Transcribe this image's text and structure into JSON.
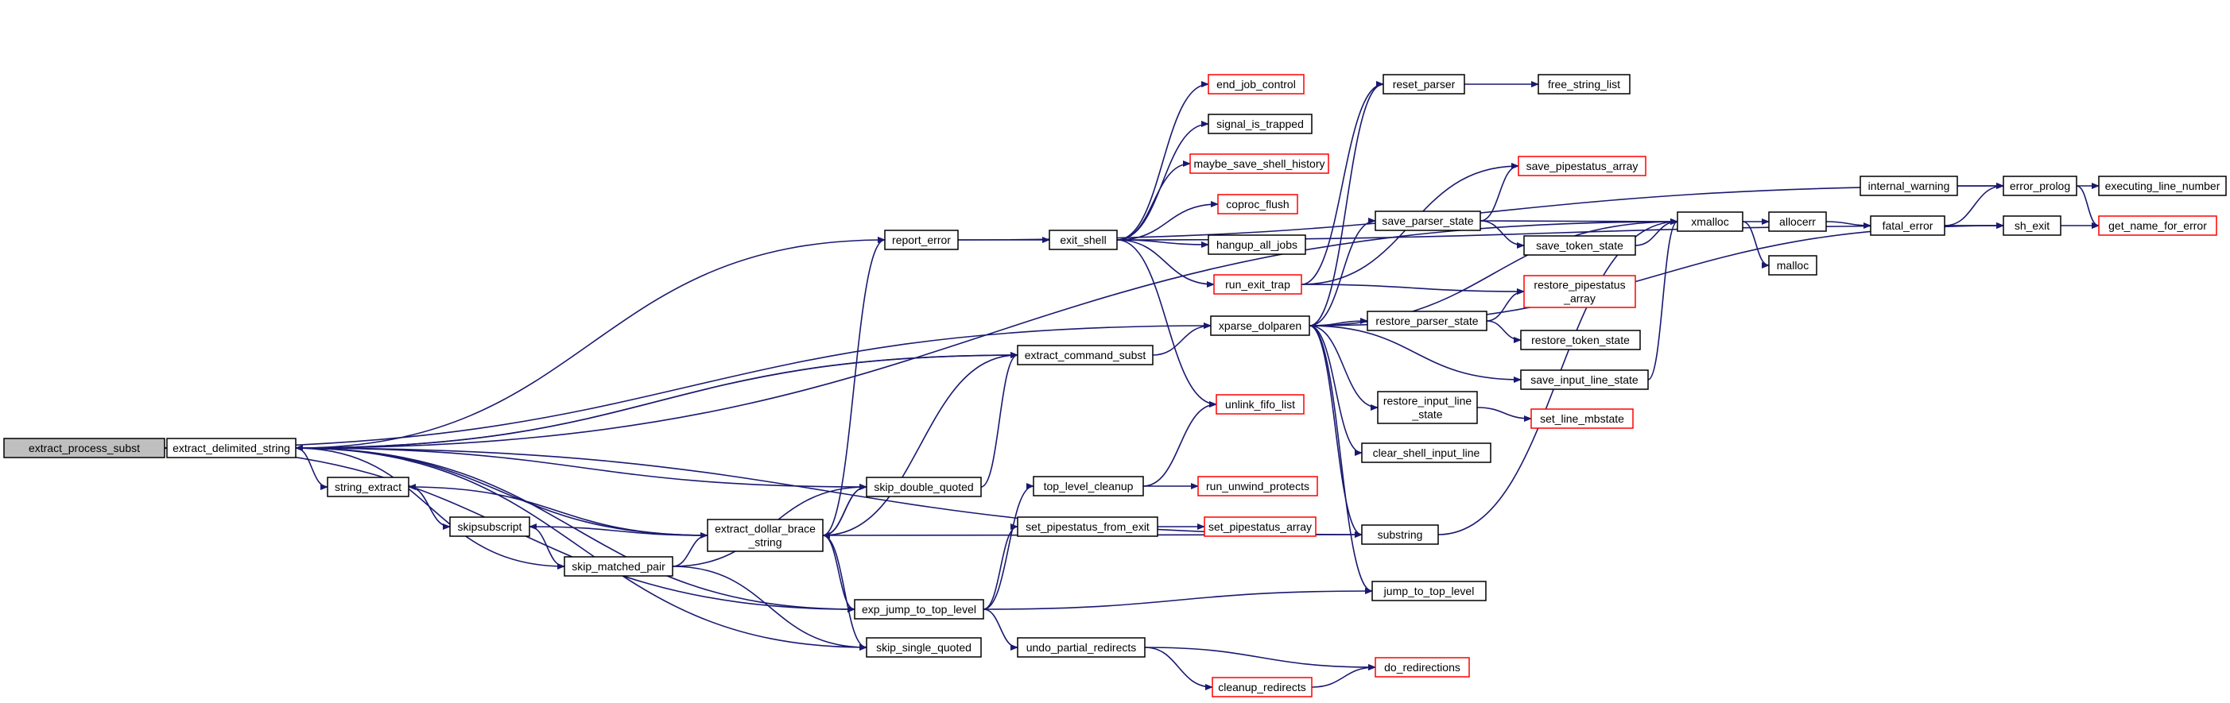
{
  "graph": {
    "title": "",
    "edge_color": "#191970",
    "nodes": [
      {
        "id": "extract_process_subst",
        "lines": [
          "extract_process_subst"
        ],
        "style": "current"
      },
      {
        "id": "extract_delimited_string",
        "lines": [
          "extract_delimited_string"
        ],
        "style": "normal"
      },
      {
        "id": "report_error",
        "lines": [
          "report_error"
        ],
        "style": "normal"
      },
      {
        "id": "exit_shell",
        "lines": [
          "exit_shell"
        ],
        "style": "normal"
      },
      {
        "id": "end_job_control",
        "lines": [
          "end_job_control"
        ],
        "style": "red"
      },
      {
        "id": "signal_is_trapped",
        "lines": [
          "signal_is_trapped"
        ],
        "style": "normal"
      },
      {
        "id": "maybe_save_shell_history",
        "lines": [
          "maybe_save_shell_history"
        ],
        "style": "red"
      },
      {
        "id": "coproc_flush",
        "lines": [
          "coproc_flush"
        ],
        "style": "red"
      },
      {
        "id": "hangup_all_jobs",
        "lines": [
          "hangup_all_jobs"
        ],
        "style": "normal"
      },
      {
        "id": "run_exit_trap",
        "lines": [
          "run_exit_trap"
        ],
        "style": "red"
      },
      {
        "id": "reset_parser",
        "lines": [
          "reset_parser"
        ],
        "style": "normal"
      },
      {
        "id": "free_string_list",
        "lines": [
          "free_string_list"
        ],
        "style": "normal"
      },
      {
        "id": "save_pipestatus_array",
        "lines": [
          "save_pipestatus_array"
        ],
        "style": "red"
      },
      {
        "id": "save_parser_state",
        "lines": [
          "save_parser_state"
        ],
        "style": "normal"
      },
      {
        "id": "save_token_state",
        "lines": [
          "save_token_state"
        ],
        "style": "normal"
      },
      {
        "id": "xmalloc",
        "lines": [
          "xmalloc"
        ],
        "style": "normal"
      },
      {
        "id": "allocerr",
        "lines": [
          "allocerr"
        ],
        "style": "normal"
      },
      {
        "id": "malloc",
        "lines": [
          "malloc"
        ],
        "style": "normal"
      },
      {
        "id": "internal_warning",
        "lines": [
          "internal_warning"
        ],
        "style": "normal"
      },
      {
        "id": "fatal_error",
        "lines": [
          "fatal_error"
        ],
        "style": "normal"
      },
      {
        "id": "error_prolog",
        "lines": [
          "error_prolog"
        ],
        "style": "normal"
      },
      {
        "id": "sh_exit",
        "lines": [
          "sh_exit"
        ],
        "style": "normal"
      },
      {
        "id": "executing_line_number",
        "lines": [
          "executing_line_number"
        ],
        "style": "normal"
      },
      {
        "id": "get_name_for_error",
        "lines": [
          "get_name_for_error"
        ],
        "style": "red"
      },
      {
        "id": "restore_pipestatus_array",
        "lines": [
          "restore_pipestatus",
          "_array"
        ],
        "style": "red"
      },
      {
        "id": "xparse_dolparen",
        "lines": [
          "xparse_dolparen"
        ],
        "style": "normal"
      },
      {
        "id": "extract_command_subst",
        "lines": [
          "extract_command_subst"
        ],
        "style": "normal"
      },
      {
        "id": "restore_parser_state",
        "lines": [
          "restore_parser_state"
        ],
        "style": "normal"
      },
      {
        "id": "restore_token_state",
        "lines": [
          "restore_token_state"
        ],
        "style": "normal"
      },
      {
        "id": "save_input_line_state",
        "lines": [
          "save_input_line_state"
        ],
        "style": "normal"
      },
      {
        "id": "restore_input_line_state",
        "lines": [
          "restore_input_line",
          "_state"
        ],
        "style": "normal"
      },
      {
        "id": "set_line_mbstate",
        "lines": [
          "set_line_mbstate"
        ],
        "style": "red"
      },
      {
        "id": "unlink_fifo_list",
        "lines": [
          "unlink_fifo_list"
        ],
        "style": "red"
      },
      {
        "id": "clear_shell_input_line",
        "lines": [
          "clear_shell_input_line"
        ],
        "style": "normal"
      },
      {
        "id": "string_extract",
        "lines": [
          "string_extract"
        ],
        "style": "normal"
      },
      {
        "id": "skip_double_quoted",
        "lines": [
          "skip_double_quoted"
        ],
        "style": "normal"
      },
      {
        "id": "top_level_cleanup",
        "lines": [
          "top_level_cleanup"
        ],
        "style": "normal"
      },
      {
        "id": "run_unwind_protects",
        "lines": [
          "run_unwind_protects"
        ],
        "style": "red"
      },
      {
        "id": "skipsubscript",
        "lines": [
          "skipsubscript"
        ],
        "style": "normal"
      },
      {
        "id": "extract_dollar_brace_string",
        "lines": [
          "extract_dollar_brace",
          "_string"
        ],
        "style": "normal"
      },
      {
        "id": "set_pipestatus_from_exit",
        "lines": [
          "set_pipestatus_from_exit"
        ],
        "style": "normal"
      },
      {
        "id": "set_pipestatus_array",
        "lines": [
          "set_pipestatus_array"
        ],
        "style": "red"
      },
      {
        "id": "substring",
        "lines": [
          "substring"
        ],
        "style": "normal"
      },
      {
        "id": "skip_matched_pair",
        "lines": [
          "skip_matched_pair"
        ],
        "style": "normal"
      },
      {
        "id": "exp_jump_to_top_level",
        "lines": [
          "exp_jump_to_top_level"
        ],
        "style": "normal"
      },
      {
        "id": "jump_to_top_level",
        "lines": [
          "jump_to_top_level"
        ],
        "style": "normal"
      },
      {
        "id": "skip_single_quoted",
        "lines": [
          "skip_single_quoted"
        ],
        "style": "normal"
      },
      {
        "id": "undo_partial_redirects",
        "lines": [
          "undo_partial_redirects"
        ],
        "style": "normal"
      },
      {
        "id": "do_redirections",
        "lines": [
          "do_redirections"
        ],
        "style": "red"
      },
      {
        "id": "cleanup_redirects",
        "lines": [
          "cleanup_redirects"
        ],
        "style": "red"
      }
    ],
    "edges": [
      [
        "extract_process_subst",
        "extract_delimited_string"
      ],
      [
        "extract_process_subst",
        "xparse_dolparen"
      ],
      [
        "extract_delimited_string",
        "report_error"
      ],
      [
        "extract_delimited_string",
        "xmalloc"
      ],
      [
        "extract_delimited_string",
        "extract_command_subst"
      ],
      [
        "extract_delimited_string",
        "string_extract"
      ],
      [
        "extract_delimited_string",
        "skip_double_quoted"
      ],
      [
        "extract_delimited_string",
        "substring"
      ],
      [
        "extract_delimited_string",
        "exp_jump_to_top_level"
      ],
      [
        "extract_delimited_string",
        "skip_single_quoted"
      ],
      [
        "report_error",
        "error_prolog"
      ],
      [
        "report_error",
        "exit_shell"
      ],
      [
        "exit_shell",
        "end_job_control"
      ],
      [
        "exit_shell",
        "signal_is_trapped"
      ],
      [
        "exit_shell",
        "maybe_save_shell_history"
      ],
      [
        "exit_shell",
        "coproc_flush"
      ],
      [
        "exit_shell",
        "hangup_all_jobs"
      ],
      [
        "exit_shell",
        "run_exit_trap"
      ],
      [
        "exit_shell",
        "unlink_fifo_list"
      ],
      [
        "exit_shell",
        "sh_exit"
      ],
      [
        "run_exit_trap",
        "reset_parser"
      ],
      [
        "run_exit_trap",
        "restore_pipestatus_array"
      ],
      [
        "run_exit_trap",
        "save_pipestatus_array"
      ],
      [
        "reset_parser",
        "free_string_list"
      ],
      [
        "save_parser_state",
        "save_pipestatus_array"
      ],
      [
        "save_parser_state",
        "save_token_state"
      ],
      [
        "save_parser_state",
        "xmalloc"
      ],
      [
        "save_token_state",
        "xmalloc"
      ],
      [
        "xmalloc",
        "allocerr"
      ],
      [
        "xmalloc",
        "malloc"
      ],
      [
        "allocerr",
        "fatal_error"
      ],
      [
        "internal_warning",
        "error_prolog"
      ],
      [
        "fatal_error",
        "error_prolog"
      ],
      [
        "fatal_error",
        "sh_exit"
      ],
      [
        "error_prolog",
        "executing_line_number"
      ],
      [
        "error_prolog",
        "get_name_for_error"
      ],
      [
        "sh_exit",
        "get_name_for_error"
      ],
      [
        "xparse_dolparen",
        "reset_parser"
      ],
      [
        "xparse_dolparen",
        "save_parser_state"
      ],
      [
        "xparse_dolparen",
        "restore_parser_state"
      ],
      [
        "xparse_dolparen",
        "save_input_line_state"
      ],
      [
        "xparse_dolparen",
        "restore_input_line_state"
      ],
      [
        "xparse_dolparen",
        "clear_shell_input_line"
      ],
      [
        "xparse_dolparen",
        "jump_to_top_level"
      ],
      [
        "xparse_dolparen",
        "substring"
      ],
      [
        "xparse_dolparen",
        "xmalloc"
      ],
      [
        "xparse_dolparen",
        "sh_exit"
      ],
      [
        "restore_parser_state",
        "restore_pipestatus_array"
      ],
      [
        "restore_parser_state",
        "restore_token_state"
      ],
      [
        "save_input_line_state",
        "xmalloc"
      ],
      [
        "restore_input_line_state",
        "set_line_mbstate"
      ],
      [
        "extract_command_subst",
        "xparse_dolparen"
      ],
      [
        "extract_command_subst",
        "extract_delimited_string"
      ],
      [
        "string_extract",
        "skipsubscript"
      ],
      [
        "skip_double_quoted",
        "extract_dollar_brace_string"
      ],
      [
        "skip_double_quoted",
        "extract_command_subst"
      ],
      [
        "top_level_cleanup",
        "unlink_fifo_list"
      ],
      [
        "top_level_cleanup",
        "run_unwind_protects"
      ],
      [
        "skipsubscript",
        "skip_matched_pair"
      ],
      [
        "extract_dollar_brace_string",
        "report_error"
      ],
      [
        "extract_dollar_brace_string",
        "extract_command_subst"
      ],
      [
        "extract_dollar_brace_string",
        "skip_double_quoted"
      ],
      [
        "extract_dollar_brace_string",
        "string_extract"
      ],
      [
        "extract_dollar_brace_string",
        "skipsubscript"
      ],
      [
        "extract_dollar_brace_string",
        "substring"
      ],
      [
        "extract_dollar_brace_string",
        "exp_jump_to_top_level"
      ],
      [
        "extract_dollar_brace_string",
        "skip_single_quoted"
      ],
      [
        "extract_dollar_brace_string",
        "extract_delimited_string"
      ],
      [
        "set_pipestatus_from_exit",
        "set_pipestatus_array"
      ],
      [
        "substring",
        "xmalloc"
      ],
      [
        "skip_matched_pair",
        "skip_double_quoted"
      ],
      [
        "skip_matched_pair",
        "skip_single_quoted"
      ],
      [
        "skip_matched_pair",
        "extract_delimited_string"
      ],
      [
        "skip_matched_pair",
        "extract_dollar_brace_string"
      ],
      [
        "exp_jump_to_top_level",
        "top_level_cleanup"
      ],
      [
        "exp_jump_to_top_level",
        "set_pipestatus_from_exit"
      ],
      [
        "exp_jump_to_top_level",
        "jump_to_top_level"
      ],
      [
        "exp_jump_to_top_level",
        "undo_partial_redirects"
      ],
      [
        "exp_jump_to_top_level",
        "extract_process_subst"
      ],
      [
        "undo_partial_redirects",
        "do_redirections"
      ],
      [
        "undo_partial_redirects",
        "cleanup_redirects"
      ],
      [
        "cleanup_redirects",
        "do_redirections"
      ]
    ]
  }
}
